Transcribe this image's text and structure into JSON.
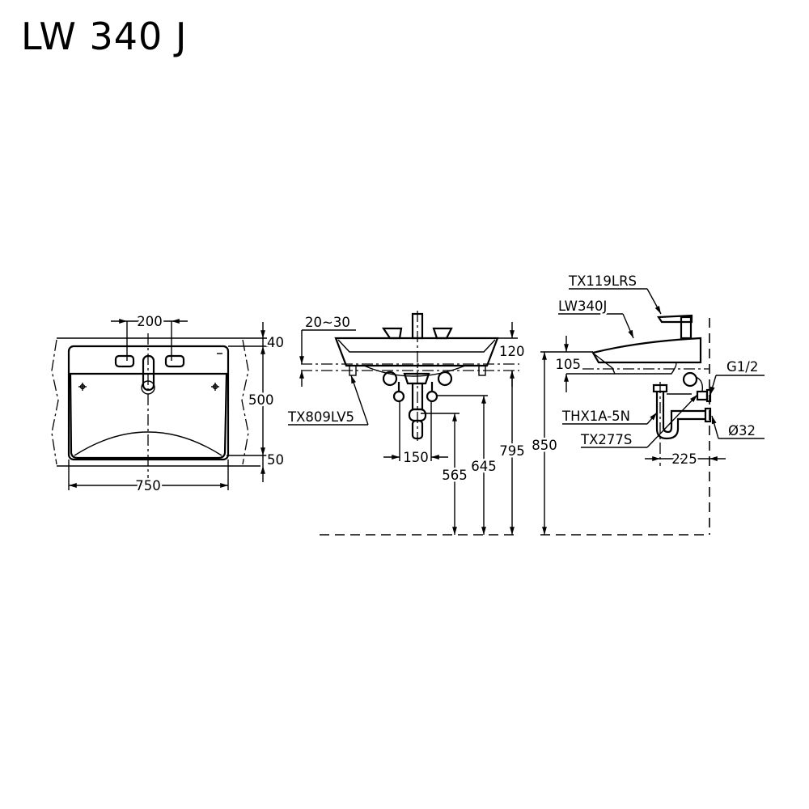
{
  "title": "LW 340 J",
  "top_view": {
    "dim_tap_spacing": "200",
    "dim_width": "750",
    "dim_top_offset": "40",
    "dim_depth": "500",
    "dim_bottom_offset": "50"
  },
  "front_view": {
    "dim_wall_thickness": "20~30",
    "dim_basin_height": "120",
    "label_bracket": "TX809LV5",
    "dim_supply_spacing": "150",
    "dim_trap_height": "565",
    "dim_supply_height": "645",
    "dim_rim_height": "795"
  },
  "side_view": {
    "label_faucet": "TX119LRS",
    "label_basin": "LW340J",
    "dim_rim_offset": "105",
    "dim_overall_height": "850",
    "label_thread": "G1/2",
    "label_valve": "THX1A-5N",
    "label_trap": "TX277S",
    "label_drain_diameter": "Ø32",
    "dim_trap_projection": "225"
  }
}
